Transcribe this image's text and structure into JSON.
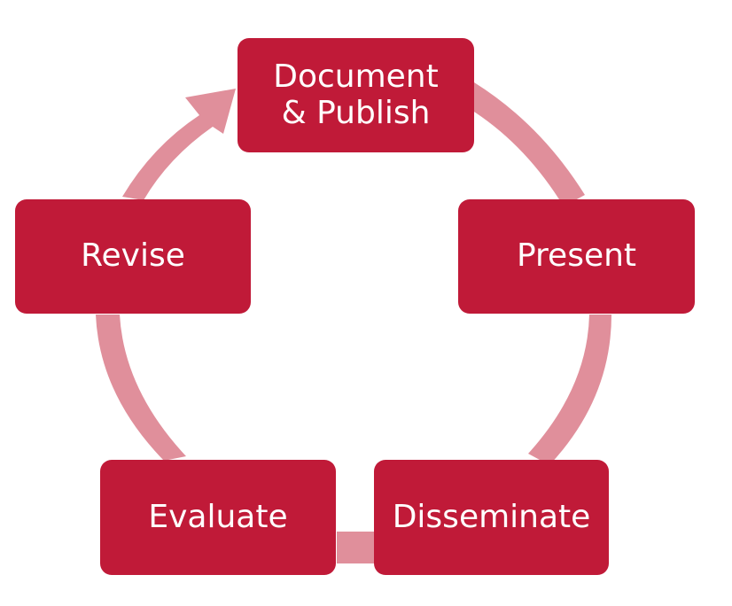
{
  "diagram": {
    "type": "cycle",
    "colors": {
      "node": "#c01a38",
      "arrow": "#e08f9b",
      "text": "#ffffff"
    },
    "steps": [
      {
        "id": "document-publish",
        "lines": [
          "Document",
          "& Publish"
        ]
      },
      {
        "id": "present",
        "lines": [
          "Present"
        ]
      },
      {
        "id": "disseminate",
        "lines": [
          "Disseminate"
        ]
      },
      {
        "id": "evaluate",
        "lines": [
          "Evaluate"
        ]
      },
      {
        "id": "revise",
        "lines": [
          "Revise"
        ]
      }
    ]
  }
}
